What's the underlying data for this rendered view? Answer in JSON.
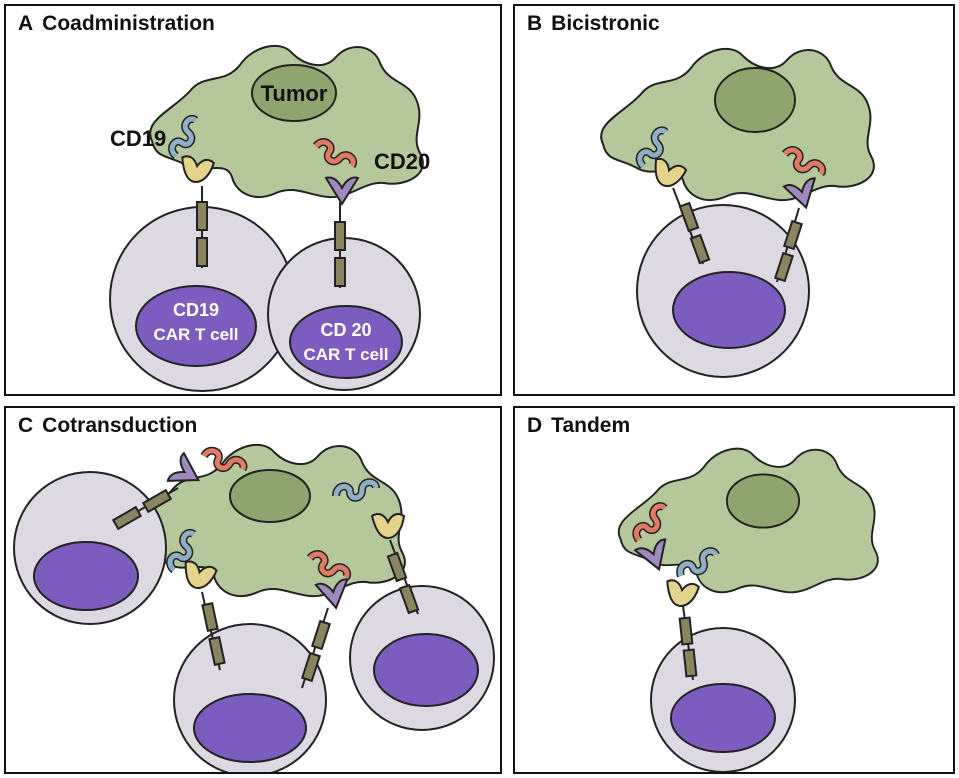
{
  "panels": {
    "a": {
      "letter": "A",
      "title": "Coadministration"
    },
    "b": {
      "letter": "B",
      "title": "Bicistronic"
    },
    "c": {
      "letter": "C",
      "title": "Cotransduction"
    },
    "d": {
      "letter": "D",
      "title": "Tandem"
    }
  },
  "labels": {
    "tumor": "Tumor",
    "cd19": "CD19",
    "cd20": "CD20",
    "cd19_cell_line1": "CD19",
    "cd19_cell_line2": "CAR T cell",
    "cd20_cell_line1": "CD 20",
    "cd20_cell_line2": "CAR T cell"
  },
  "colors": {
    "tumor_body": "#b5c89b",
    "tumor_nucleus": "#8ea56f",
    "cell_body": "#ddd9e3",
    "cell_nucleus": "#7d5cbf",
    "cd19_antigen": "#8fb0c4",
    "cd20_antigen": "#e07a63",
    "cd19_binder": "#e5d38c",
    "cd20_binder": "#9f89be",
    "car_stalk": "#8a8560"
  }
}
